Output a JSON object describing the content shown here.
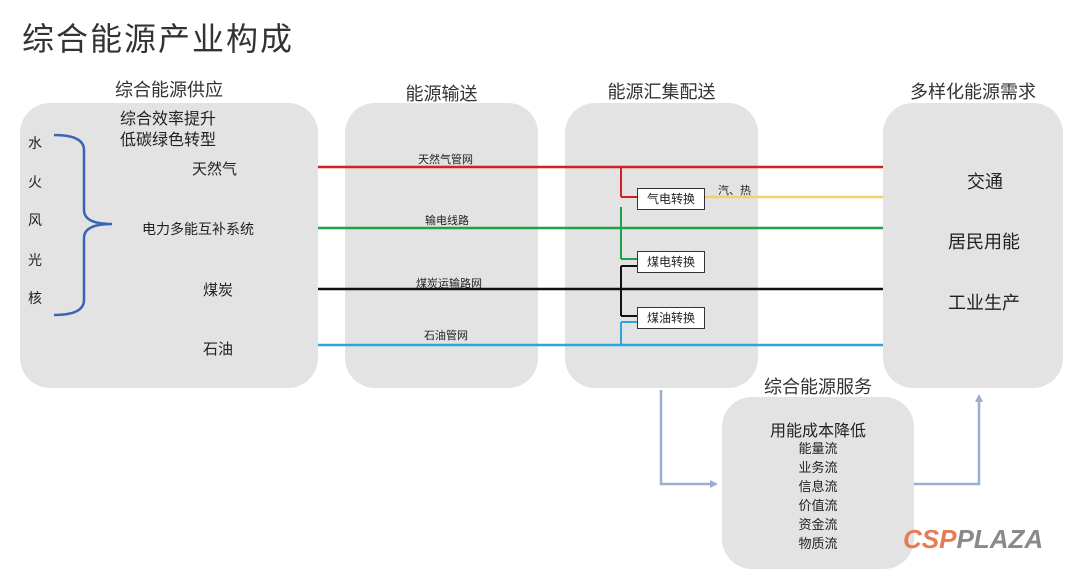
{
  "title": "综合能源产业构成",
  "columns": {
    "supply": {
      "header": "综合能源供应",
      "subtitle_1": "综合效率提升",
      "subtitle_2": "低碳绿色转型",
      "sources": [
        "水",
        "火",
        "风",
        "光",
        "核"
      ],
      "system_label": "电力多能互补系统",
      "natural_gas": "天然气",
      "coal": "煤炭",
      "oil": "石油"
    },
    "transport": {
      "header": "能源输送",
      "gas_pipeline": "天然气管网",
      "power_line": "输电线路",
      "coal_network": "煤炭运输路网",
      "oil_pipeline": "石油管网"
    },
    "distribution": {
      "header": "能源汇集配送",
      "gas_to_power": "气电转换",
      "coal_to_power": "煤电转换",
      "coal_to_oil": "煤油转换",
      "steam_heat": "汽、热"
    },
    "demand": {
      "header": "多样化能源需求",
      "items": [
        "交通",
        "居民用能",
        "工业生产"
      ]
    }
  },
  "service": {
    "header": "综合能源服务",
    "line_1": "用能成本降低",
    "flows": [
      "能量流",
      "业务流",
      "信息流",
      "价值流",
      "资金流",
      "物质流"
    ]
  },
  "watermark": {
    "part_a": "CSP",
    "part_b": "PLAZA"
  },
  "colors": {
    "panel": "#e3e3e3",
    "gas_line": "#d42020",
    "power_line": "#1fa14a",
    "coal_line": "#111111",
    "oil_line": "#2aa6dd",
    "heat_line": "#f2d36b",
    "brace": "#3b63b5",
    "arrow": "#9bb0d0"
  }
}
